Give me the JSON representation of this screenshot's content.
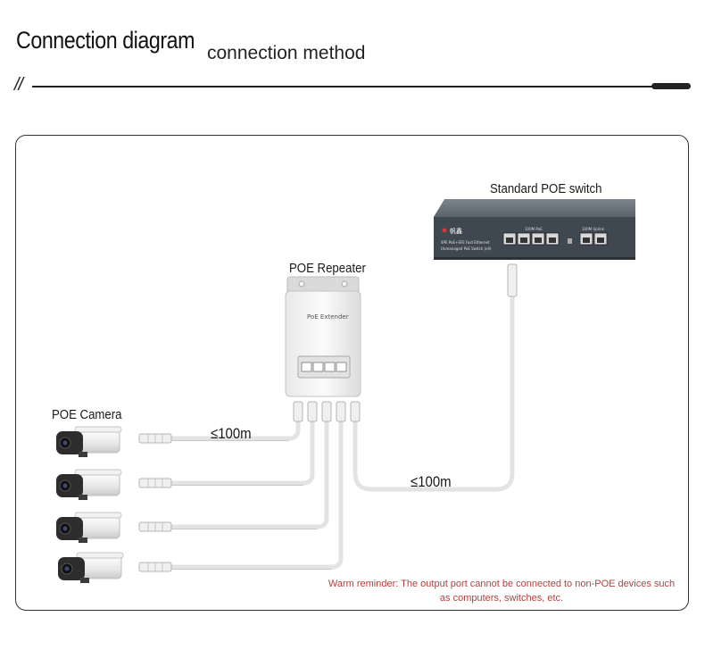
{
  "header": {
    "title": "Connection diagram",
    "subtitle": "connection method",
    "divider_marks": "//"
  },
  "devices": {
    "switch_label": "Standard POE switch",
    "switch_panel": {
      "brand": "帆鑫",
      "model_line_1": "4PE PoE+SFE Fast Ethernet",
      "model_line_2": "Unmanaged PoE Switch (ell)",
      "poe_group_label": "100M PoE",
      "uplink_group_label": "100M Uplink"
    },
    "repeater_label": "POE Repeater",
    "repeater_panel_text": "PoE Extender",
    "camera_label": "POE Camera"
  },
  "distances": {
    "camera_to_repeater": "≤100m",
    "repeater_to_switch": "≤100m"
  },
  "warning": "Warm reminder: The output port cannot be connected to non-POE devices such as computers, switches, etc.",
  "colors": {
    "cable": "#e3e3e3",
    "switch_body": "#3f4850",
    "warning_text": "#b24040"
  }
}
